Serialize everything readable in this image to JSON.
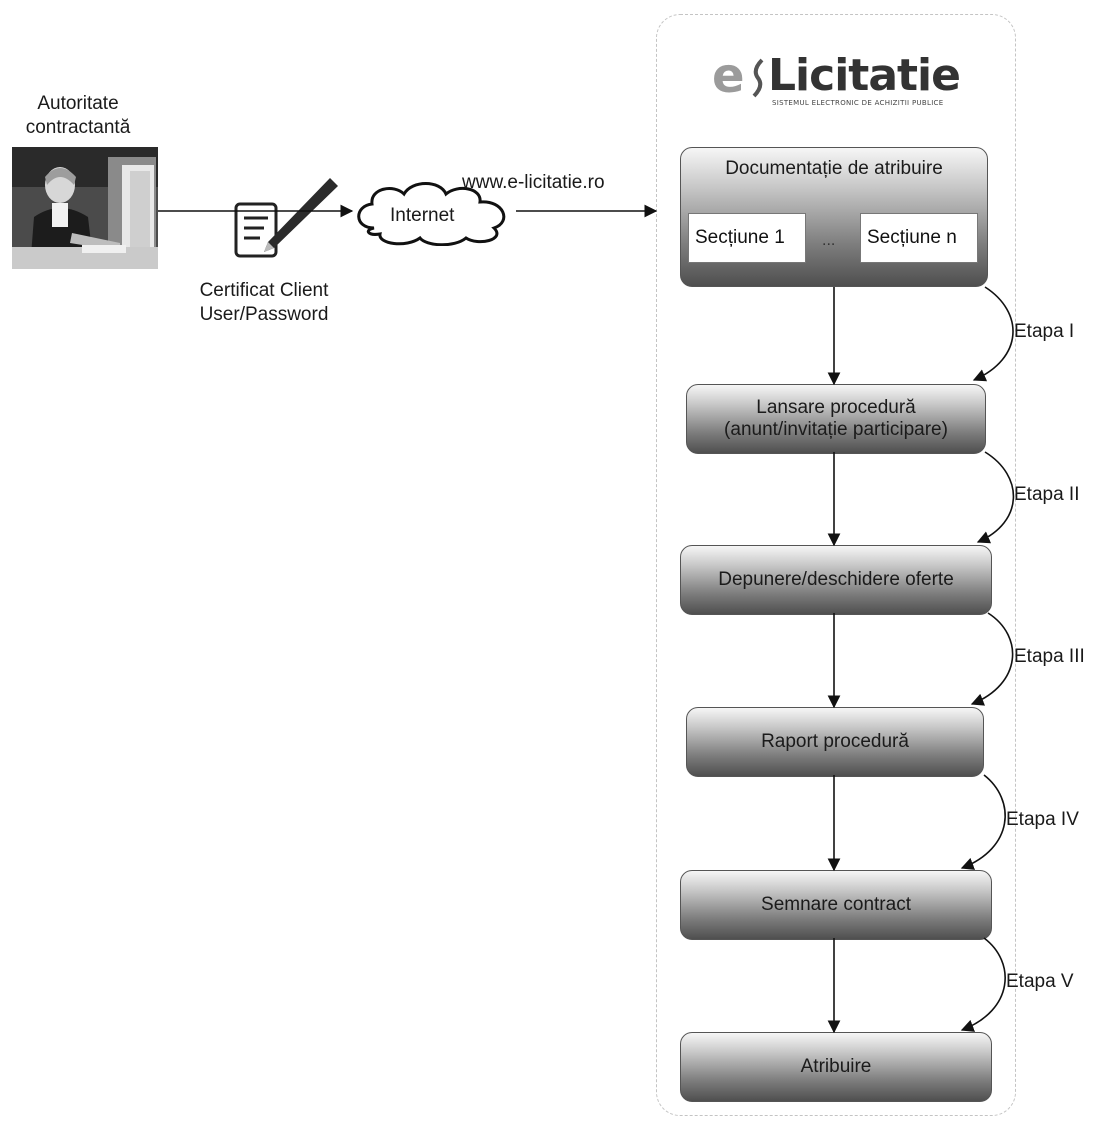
{
  "actor": {
    "label_line1": "Autoritate",
    "label_line2": "contractantă",
    "image": "person-at-computer-photo"
  },
  "credentials": {
    "line1": "Certificat Client",
    "line2": "User/Password",
    "icon": "document-pen-icon"
  },
  "cloud": {
    "label": "Internet",
    "icon": "cloud-icon"
  },
  "url": "www.e-licitatie.ro",
  "logo": {
    "prefix": "e",
    "name": "Licitatie",
    "tagline": "SISTEMUL ELECTRONIC DE ACHIZITII PUBLICE"
  },
  "documentation": {
    "title": "Documentație de atribuire",
    "section_first": "Secțiune 1",
    "ellipsis": "...",
    "section_last": "Secțiune n"
  },
  "stages": [
    {
      "line1": "Lansare procedură",
      "line2": "(anunt/invitație participare)"
    },
    {
      "line1": "Depunere/deschidere oferte",
      "line2": ""
    },
    {
      "line1": "Raport procedură",
      "line2": ""
    },
    {
      "line1": "Semnare contract",
      "line2": ""
    },
    {
      "line1": "Atribuire",
      "line2": ""
    }
  ],
  "etapa_labels": [
    "Etapa I",
    "Etapa II",
    "Etapa III",
    "Etapa IV",
    "Etapa V"
  ],
  "colors": {
    "stage_dark": "#4f4f4f",
    "stage_light": "#f6f6f6",
    "logo_gray": "#9b9b9b"
  }
}
